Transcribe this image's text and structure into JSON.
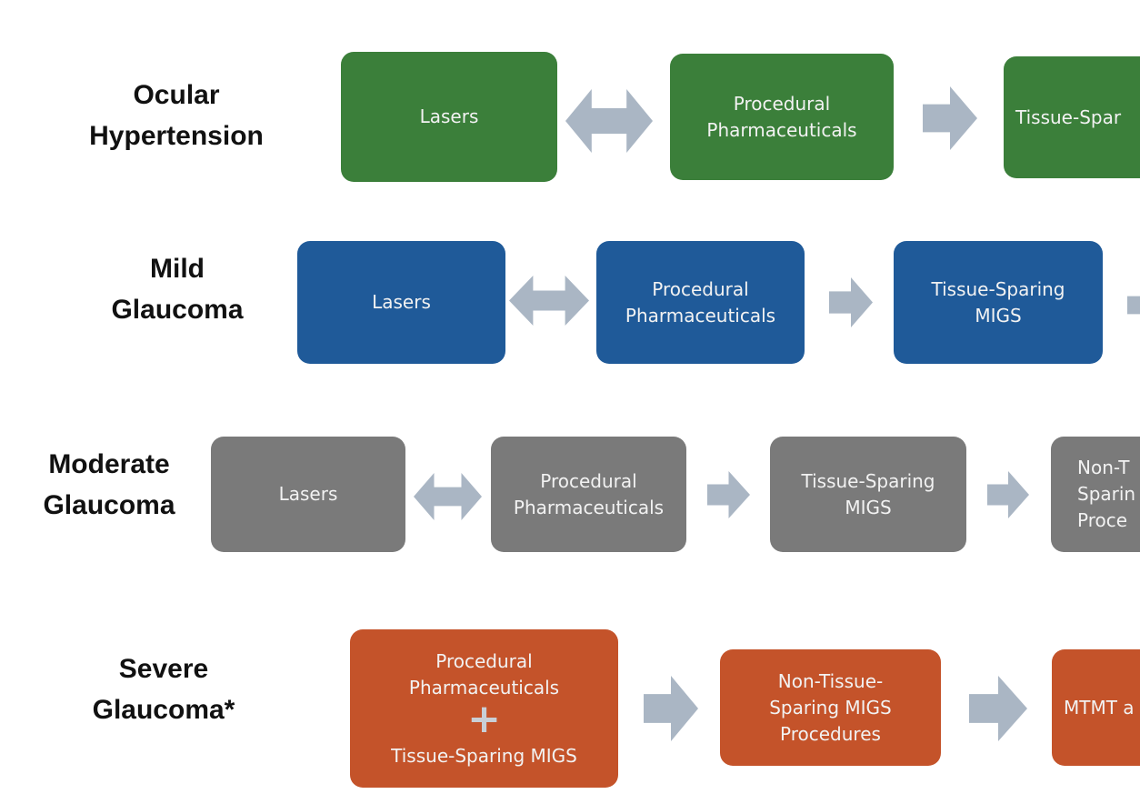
{
  "arrow_color": "#aab6c4",
  "colors": {
    "ocular": "#3b7f3a",
    "mild": "#1f5a99",
    "moderate": "#7a7a7a",
    "severe": "#c4532a"
  },
  "rows": [
    {
      "label": [
        "Ocular",
        "Hypertension"
      ],
      "boxes": [
        [
          "Lasers"
        ],
        [
          "Procedural",
          "Pharmaceuticals"
        ],
        [
          "Tissue-Spar"
        ]
      ]
    },
    {
      "label": [
        "Mild",
        "Glaucoma"
      ],
      "boxes": [
        [
          "Lasers"
        ],
        [
          "Procedural",
          "Pharmaceuticals"
        ],
        [
          "Tissue-Sparing",
          "MIGS"
        ]
      ]
    },
    {
      "label": [
        "Moderate",
        "Glaucoma"
      ],
      "boxes": [
        [
          "Lasers"
        ],
        [
          "Procedural",
          "Pharmaceuticals"
        ],
        [
          "Tissue-Sparing",
          "MIGS"
        ],
        [
          "Non-T",
          "Sparin",
          "Proce"
        ]
      ]
    },
    {
      "label": [
        "Severe",
        "Glaucoma*"
      ],
      "boxes": [
        [
          "Procedural",
          "Pharmaceuticals",
          "+",
          "Tissue-Sparing MIGS"
        ],
        [
          "Non-Tissue-",
          "Sparing MIGS",
          "Procedures"
        ],
        [
          "MTMT a"
        ]
      ]
    }
  ]
}
